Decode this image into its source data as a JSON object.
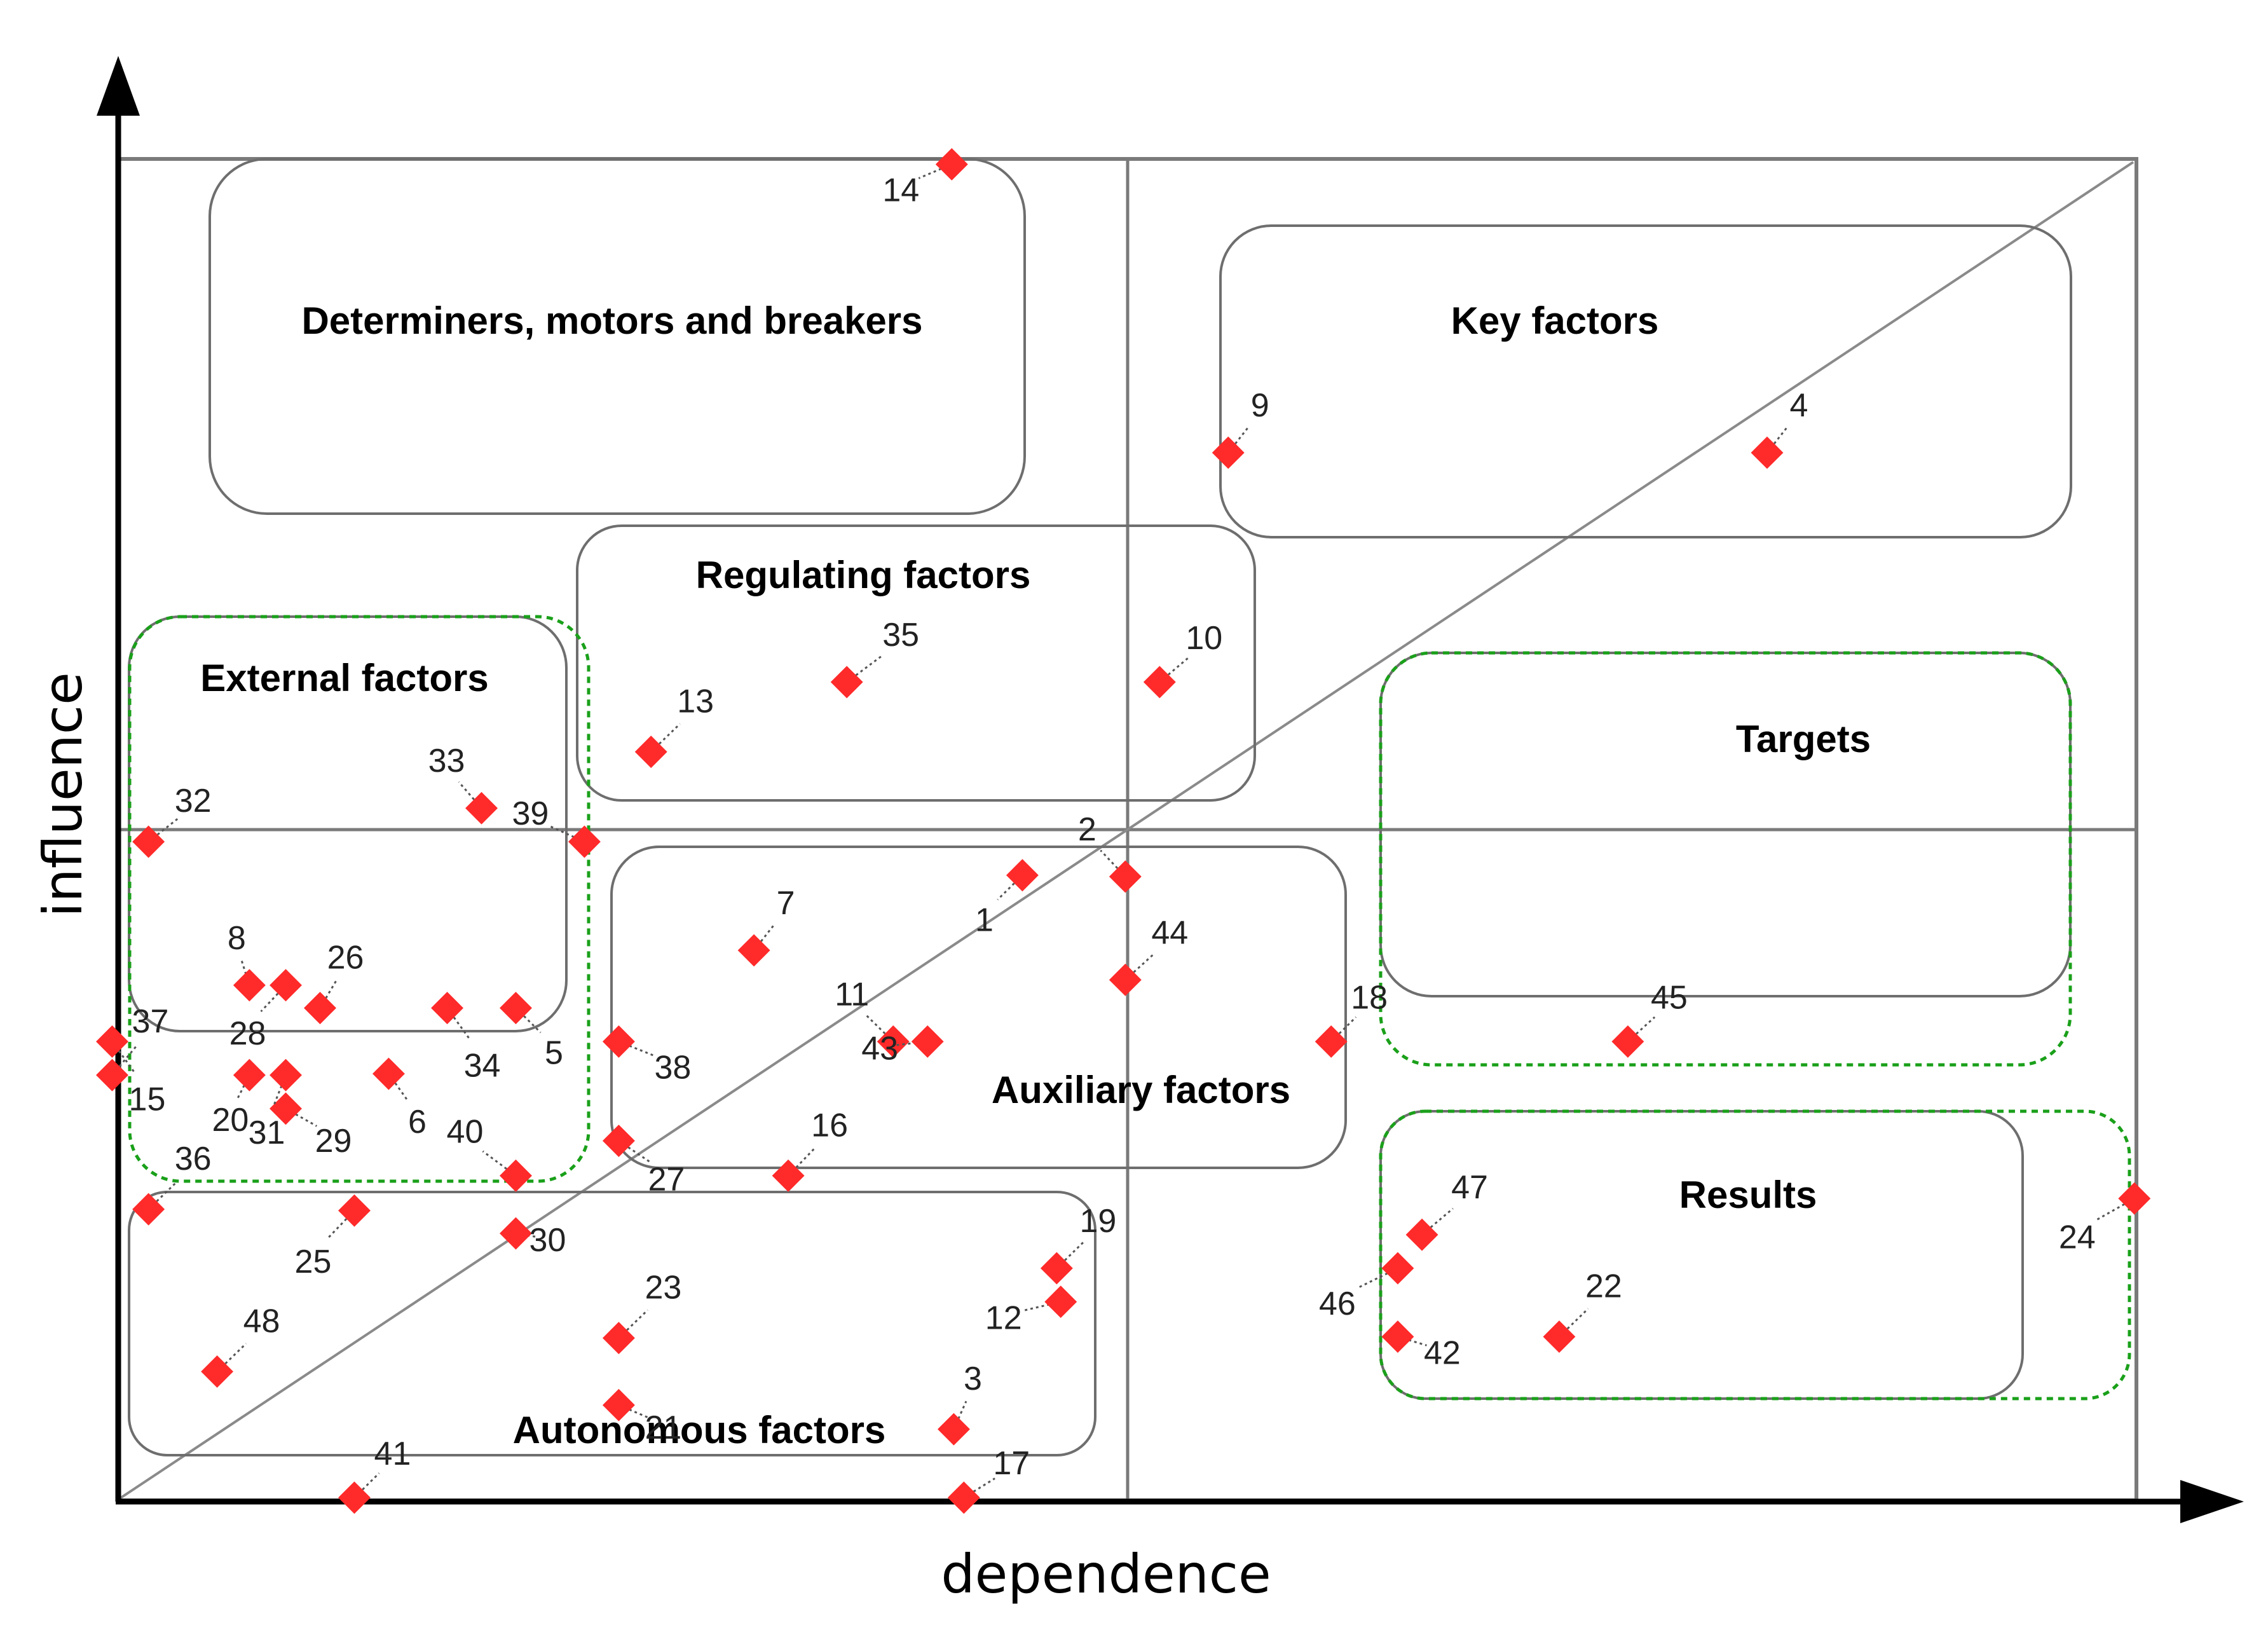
{
  "chart_data": {
    "type": "scatter",
    "title": "",
    "xlabel": "dependence",
    "ylabel": "influence",
    "grid": false,
    "diagonal_reference_line": true,
    "quadrant_lines": true,
    "zones": [
      {
        "name": "Determiners, motors and breakers",
        "style": "solid"
      },
      {
        "name": "Key factors",
        "style": "solid"
      },
      {
        "name": "Regulating factors",
        "style": "solid"
      },
      {
        "name": "External factors",
        "style": "solid+dashed-green"
      },
      {
        "name": "Targets",
        "style": "solid+dashed-green"
      },
      {
        "name": "Auxiliary factors",
        "style": "solid"
      },
      {
        "name": "Results",
        "style": "solid+dashed-green"
      },
      {
        "name": "Autonomous factors",
        "style": "solid"
      }
    ],
    "points": [
      {
        "label": "1",
        "x": 0.448,
        "y": 0.466
      },
      {
        "label": "2",
        "x": 0.499,
        "y": 0.465
      },
      {
        "label": "3",
        "x": 0.414,
        "y": 0.053
      },
      {
        "label": "4",
        "x": 0.817,
        "y": 0.781
      },
      {
        "label": "5",
        "x": 0.197,
        "y": 0.367
      },
      {
        "label": "6",
        "x": 0.134,
        "y": 0.318
      },
      {
        "label": "7",
        "x": 0.315,
        "y": 0.41
      },
      {
        "label": "8",
        "x": 0.065,
        "y": 0.384
      },
      {
        "label": "9",
        "x": 0.55,
        "y": 0.781
      },
      {
        "label": "10",
        "x": 0.516,
        "y": 0.61
      },
      {
        "label": "11",
        "x": 0.384,
        "y": 0.342
      },
      {
        "label": "12",
        "x": 0.467,
        "y": 0.148
      },
      {
        "label": "13",
        "x": 0.264,
        "y": 0.558
      },
      {
        "label": "14",
        "x": 0.413,
        "y": 0.996
      },
      {
        "label": "15",
        "x": -0.003,
        "y": 0.342
      },
      {
        "label": "16",
        "x": 0.332,
        "y": 0.242
      },
      {
        "label": "17",
        "x": 0.419,
        "y": 0.002
      },
      {
        "label": "18",
        "x": 0.601,
        "y": 0.342
      },
      {
        "label": "19",
        "x": 0.465,
        "y": 0.173
      },
      {
        "label": "20",
        "x": 0.065,
        "y": 0.317
      },
      {
        "label": "21",
        "x": 0.248,
        "y": 0.071
      },
      {
        "label": "22",
        "x": 0.714,
        "y": 0.122
      },
      {
        "label": "23",
        "x": 0.248,
        "y": 0.121
      },
      {
        "label": "24",
        "x": 0.999,
        "y": 0.225
      },
      {
        "label": "25",
        "x": 0.117,
        "y": 0.216
      },
      {
        "label": "26",
        "x": 0.1,
        "y": 0.367
      },
      {
        "label": "27",
        "x": 0.248,
        "y": 0.268
      },
      {
        "label": "28",
        "x": 0.083,
        "y": 0.384
      },
      {
        "label": "29",
        "x": 0.083,
        "y": 0.292
      },
      {
        "label": "30",
        "x": 0.197,
        "y": 0.199
      },
      {
        "label": "31",
        "x": 0.083,
        "y": 0.317
      },
      {
        "label": "32",
        "x": 0.015,
        "y": 0.491
      },
      {
        "label": "33",
        "x": 0.18,
        "y": 0.516
      },
      {
        "label": "34",
        "x": 0.163,
        "y": 0.367
      },
      {
        "label": "35",
        "x": 0.361,
        "y": 0.61
      },
      {
        "label": "36",
        "x": 0.015,
        "y": 0.217
      },
      {
        "label": "37",
        "x": -0.003,
        "y": 0.317
      },
      {
        "label": "38",
        "x": 0.248,
        "y": 0.342
      },
      {
        "label": "39",
        "x": 0.231,
        "y": 0.491
      },
      {
        "label": "40",
        "x": 0.197,
        "y": 0.242
      },
      {
        "label": "41",
        "x": 0.117,
        "y": 0.002
      },
      {
        "label": "42",
        "x": 0.634,
        "y": 0.122
      },
      {
        "label": "43",
        "x": 0.401,
        "y": 0.342
      },
      {
        "label": "44",
        "x": 0.499,
        "y": 0.388
      },
      {
        "label": "45",
        "x": 0.748,
        "y": 0.342
      },
      {
        "label": "46",
        "x": 0.634,
        "y": 0.173
      },
      {
        "label": "47",
        "x": 0.646,
        "y": 0.198
      },
      {
        "label": "48",
        "x": 0.049,
        "y": 0.096
      }
    ]
  }
}
